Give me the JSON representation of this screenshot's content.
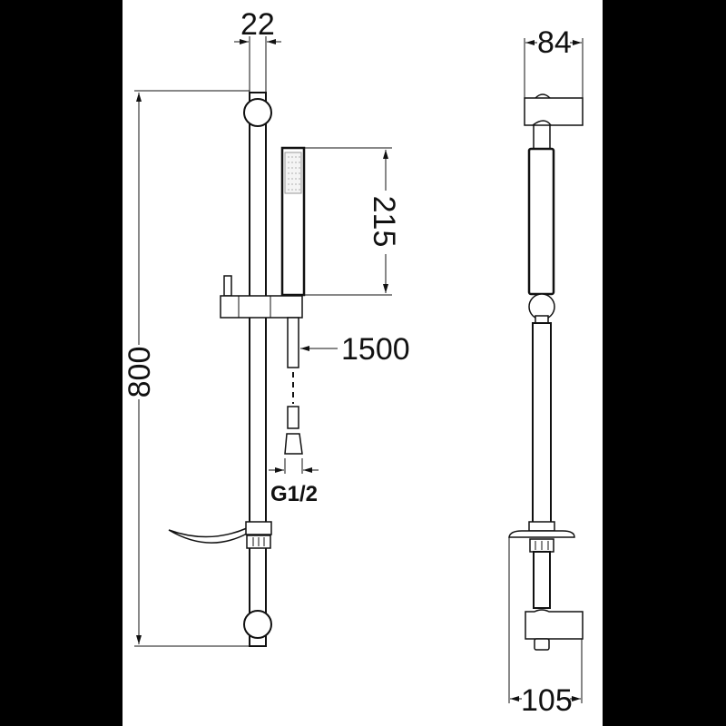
{
  "drawing": {
    "title": "Shower rail set technical drawing",
    "background_color": "#ffffff",
    "frame_color": "#000000",
    "line_color": "#111111"
  },
  "front_view": {
    "dimensions": {
      "rail_diameter": "22",
      "rail_height": "800",
      "handshower_length": "215",
      "hose_length": "1500",
      "hose_connection": "G1/2"
    }
  },
  "side_view": {
    "dimensions": {
      "top_bracket_depth": "84",
      "bottom_bracket_depth": "105"
    }
  }
}
